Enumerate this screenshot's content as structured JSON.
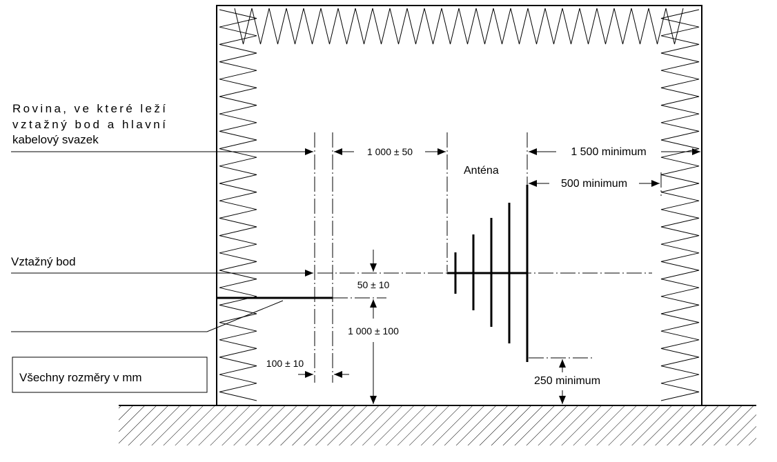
{
  "labels": {
    "plane_label_lines": [
      "Rovina, ve které leží",
      "vztažný bod a hlavní",
      "kabelový svazek"
    ],
    "reference_point": "Vztažný bod",
    "antenna": "Anténa",
    "units_note": "Všechny rozměry v mm"
  },
  "dimensions": {
    "cable_plane_to_antenna": "1 000 ± 50",
    "antenna_to_absorber": "1 500 minimum",
    "antenna_element_clearance": "500 minimum",
    "reference_point_height": "50 ± 10",
    "bench_height": "1 000 ± 100",
    "cable_overhang": "100 ± 10",
    "antenna_ground_clearance": "250 minimum"
  }
}
